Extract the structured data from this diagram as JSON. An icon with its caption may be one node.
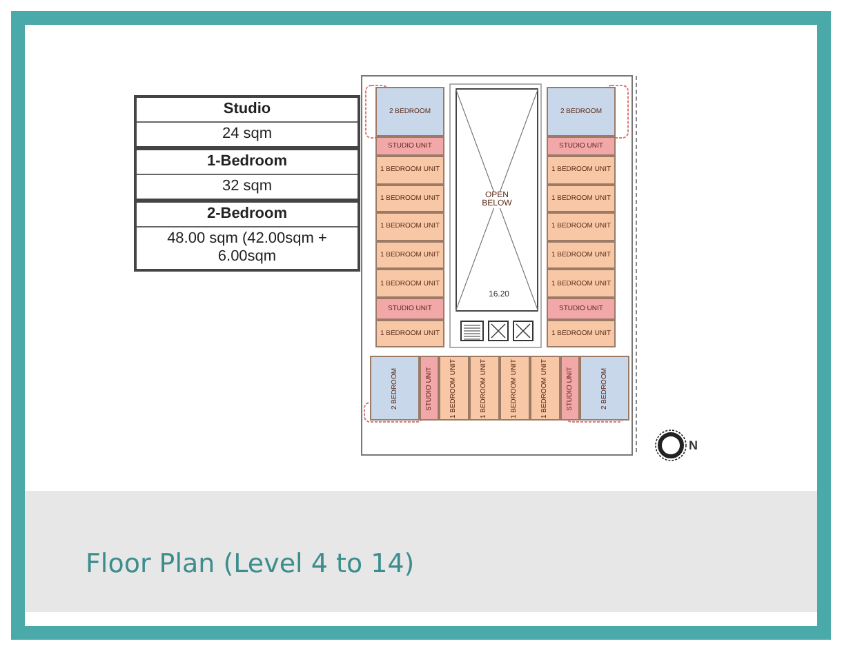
{
  "diagram": {
    "title": "Floor Plan (Level 4 to 14)",
    "nodes": [
      {
        "text": [
          "2 BEDROOM"
        ]
      },
      {
        "text": [
          "STUDIO UNIT"
        ]
      },
      {
        "text": [
          "1 BEDROOM UNIT"
        ]
      },
      {
        "text": [
          "1 BEDROOM UNIT"
        ]
      },
      {
        "text": [
          "1 BEDROOM UNIT"
        ]
      },
      {
        "text": [
          "1 BEDROOM UNIT"
        ]
      },
      {
        "text": [
          "1 BEDROOM UNIT"
        ]
      },
      {
        "text": [
          "STUDIO UNIT"
        ]
      },
      {
        "text": [
          "1 BEDROOM UNIT"
        ]
      },
      {
        "text": [
          "OPEN BELOW"
        ]
      },
      {
        "text": [
          "2 BEDROOM"
        ]
      },
      {
        "text": [
          "STUDIO UNIT"
        ]
      },
      {
        "text": [
          "1 BEDROOM UNIT"
        ]
      },
      {
        "text": [
          "1 BEDROOM UNIT"
        ]
      },
      {
        "text": [
          "1 BEDROOM UNIT"
        ]
      },
      {
        "text": [
          "1 BEDROOM UNIT"
        ]
      },
      {
        "text": [
          "1 BEDROOM UNIT"
        ]
      },
      {
        "text": [
          "STUDIO UNIT"
        ]
      },
      {
        "text": [
          "1 BEDROOM UNIT"
        ]
      },
      {
        "text": [
          "2 BEDROOM"
        ]
      },
      {
        "text": [
          "STUDIO UNIT"
        ]
      },
      {
        "text": [
          "1 BEDROOM UNIT"
        ]
      },
      {
        "text": [
          "1 BEDROOM UNIT"
        ]
      },
      {
        "text": [
          "1 BEDROOM UNIT"
        ]
      },
      {
        "text": [
          "1 BEDROOM UNIT"
        ]
      },
      {
        "text": [
          "STUDIO UNIT"
        ]
      },
      {
        "text": [
          "2 BEDROOM"
        ]
      }
    ],
    "labels": [
      "Studio",
      "24 sqm",
      "1-Bedroom",
      "32 sqm",
      "2-Bedroom",
      "48.00 sqm (42.00sqm + 6.00sqm",
      "16.20",
      "N"
    ]
  }
}
